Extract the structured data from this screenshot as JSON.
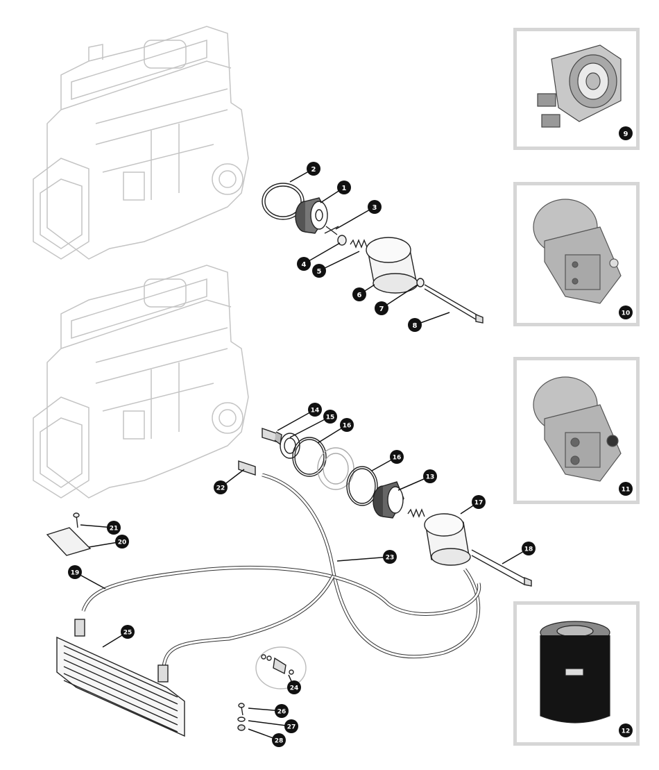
{
  "diagram": {
    "callouts": [
      "1",
      "2",
      "3",
      "4",
      "5",
      "6",
      "7",
      "8",
      "9",
      "10",
      "11",
      "12",
      "13",
      "14",
      "15",
      "16",
      "16",
      "17",
      "18",
      "19",
      "20",
      "21",
      "22",
      "23",
      "24",
      "25",
      "26",
      "27",
      "28"
    ]
  },
  "colors": {
    "callout_fill": "#111111",
    "callout_text": "#ffffff",
    "line": "#222222",
    "ghost_engine": "#c4c4c4",
    "panel_border": "#d6d6d6",
    "metal": "#b9b9b9"
  },
  "icons": [
    "engine-ghost-icon",
    "oil-filter-head-icon",
    "oil-filter-canister-icon",
    "oil-cooler-icon",
    "hose-icon"
  ]
}
